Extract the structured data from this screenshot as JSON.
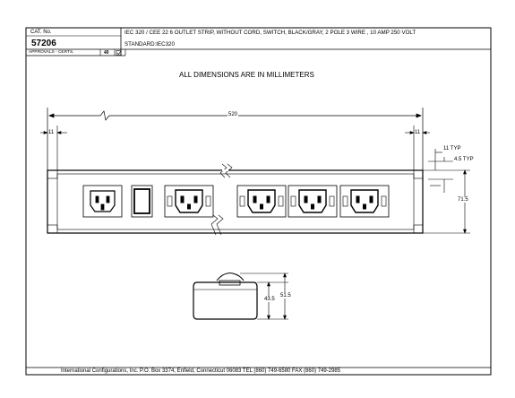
{
  "header": {
    "cat_label": "CAT. No.",
    "cat_number": "57206",
    "description": "IEC 320 / CEE 22  6 OUTLET STRIP, WITHOUT CORD, SWITCH, BLACK/GRAY, 2 POLE 3 WIRE , 10 AMP 250 VOLT",
    "standard": "STANDARD:IEC320",
    "approvals_label": "APPROVALS - CERTS.",
    "approvals_value": "40"
  },
  "drawing": {
    "note": "ALL DIMENSIONS ARE IN MILLIMETERS",
    "dim_overall": "520",
    "dim_left_offset": "11",
    "dim_right_offset": "11",
    "dim_typ_11": "11 TYP",
    "dim_typ_4_5": "4.5 TYP",
    "dim_height": "71.5",
    "dim_side_43_5": "43.5",
    "dim_side_51_5": "51.5"
  },
  "footer": {
    "text": "International Configurations, Inc. P.O. Box 3374, Enfield, Connecticut 06083 TEL (860) 749-6580  FAX (860) 749-2985"
  }
}
